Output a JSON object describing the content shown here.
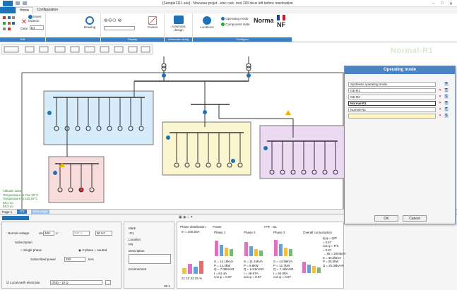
{
  "window": {
    "title": "[Sample1111.sav] - Nouveau projet - elec calc. mot 183 deux left before reactivation",
    "file_tab": "",
    "tabs": [
      "Home",
      "Configuration"
    ]
  },
  "ribbon": {
    "insert_location": "Insert location",
    "clear": "Clear",
    "drawing": "Drawing",
    "curves": "Curves",
    "automatic_design": "Automatic design",
    "locations": "Locations",
    "operating_mode": "Operating mode",
    "component_state": "Component state",
    "norma": "Norma",
    "nf": "NF",
    "e1_combo": "E1",
    "groups": [
      "Edit",
      "Display",
      "Automatic sizing",
      "Configure"
    ]
  },
  "canvas": {
    "mode_label": "Normal-R1",
    "notes": [
      "Altitude 123m",
      "Temperature in Fair 30°C",
      "Temperature in soil 20°C",
      "EK1 no",
      "EK3 no"
    ]
  },
  "sheets": {
    "page_label": "Page 1",
    "tabs": [
      "-G1",
      "New page"
    ]
  },
  "supply": {
    "nominal_voltage_label": "Normal voltage",
    "un_label": "Un",
    "un_value": "400",
    "unit_v": "V",
    "sub_value": "230 V",
    "freq_value": "50 Hz",
    "subscription_label": "Subscription",
    "single_phase": "Single phase",
    "three_phase": "3 phase + neutral",
    "subscribed_power_label": "Subscribed power",
    "subscribed_power_value": "250",
    "unit_kva": "kVA",
    "earth_label": "Local earth electrode",
    "earth_value": "GND - 10 Ω"
  },
  "props": {
    "mark_label": "Mark",
    "mark_value": "-G1",
    "location_label": "Location",
    "location_value": "PR",
    "description_label": "Description",
    "environment_label": "Environment",
    "icon_value": "35.1"
  },
  "power": {
    "phase_distribution_label": "Phase distribution",
    "in_value": "In = 200.00A",
    "power_label": "Power",
    "phases": [
      {
        "name": "Phase 1",
        "s": "S = 14.18kVA",
        "p": "P = 12.3kW",
        "q": "Q = 7.06kVAR",
        "i": "I = 61.4A",
        "cos": "cos φ = 0.87"
      },
      {
        "name": "Phase 2",
        "s": "S = 11.24kVA",
        "p": "P = 9.8kW",
        "q": "Q = 5.51kVAR",
        "i": "I = 48.67A",
        "cos": "cos φ = 0.87"
      },
      {
        "name": "Phase 3",
        "s": "S = 14.59kVA",
        "p": "P = 12.7kW",
        "q": "Q = 7.49kVAR",
        "i": "I = 64.98A",
        "cos": "cos φ = 0.87"
      }
    ],
    "bar_values": [
      21,
      10,
      22,
      25
    ],
    "percent_unit": "%",
    "eff_label": "+PR - G1",
    "overall_label": "Overall consumption",
    "overall": [
      "tg φ = Q/P",
      "= 0.57",
      "cos φ = P/S",
      "= 0.87",
      "→ Sk = 2094kVA",
      "S = 40.35kVA",
      "P = 35.0kW",
      "Q = 20.06kVAR"
    ]
  },
  "dialog": {
    "title": "Operating mode",
    "rows": [
      "Synthesis operating mode",
      "GE-R1",
      "GE-R2",
      "Normal-R1",
      "Normal-R2",
      ""
    ],
    "ok": "OK",
    "cancel": "Cancel"
  },
  "colors": {
    "accent": "#1e73b8",
    "zone_blue": "#d6ecfa",
    "zone_yellow": "#fbf6d0",
    "zone_red": "#f8dcdc",
    "zone_purple": "#ecd9f2"
  }
}
